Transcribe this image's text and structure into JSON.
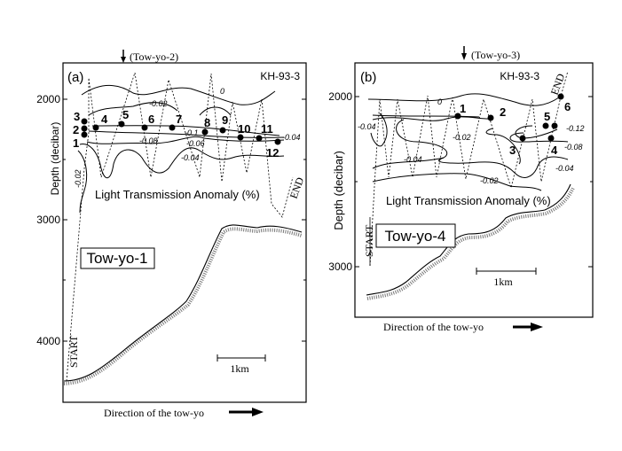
{
  "panel_a": {
    "label": "(a)",
    "cruise": "KH-93-3",
    "marker": "(Tow-yo-2)",
    "y_axis_label": "Depth (decibar)",
    "y_ticks": [
      "2000",
      "3000",
      "4000"
    ],
    "contour_title": "Light Transmission Anomaly (%)",
    "contour_labels": [
      "0",
      "-0.02",
      "-0.08",
      "-0.1",
      "-0.06",
      "-0.04",
      "-0.04",
      "-0.02"
    ],
    "stations": [
      "1",
      "2",
      "3",
      "4",
      "5",
      "6",
      "7",
      "8",
      "9",
      "10",
      "11",
      "12"
    ],
    "start": "START",
    "end": "END",
    "towyo_label": "Tow-yo-1",
    "scale": "1km",
    "x_axis_label": "Direction of the tow-yo"
  },
  "panel_b": {
    "label": "(b)",
    "cruise": "KH-93-3",
    "marker": "(Tow-yo-3)",
    "y_axis_label": "Depth (decibar)",
    "y_ticks": [
      "2000",
      "3000"
    ],
    "contour_title": "Light Transmission Anomaly (%)",
    "contour_labels": [
      "0",
      "-0.04",
      "-0.02",
      "-0.04",
      "-0.02",
      "-0.12",
      "-0.08",
      "-0.04"
    ],
    "stations": [
      "1",
      "2",
      "3",
      "4",
      "5",
      "6"
    ],
    "start": "START",
    "end": "END",
    "towyo_label": "Tow-yo-4",
    "scale": "1km",
    "x_axis_label": "Direction of the tow-yo"
  }
}
